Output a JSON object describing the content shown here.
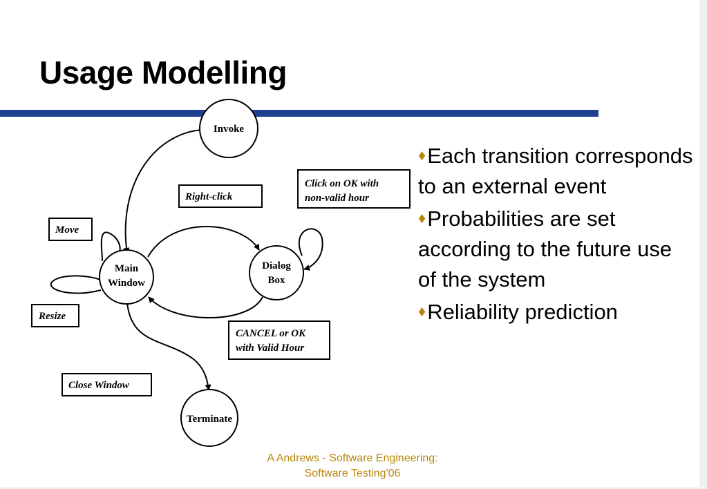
{
  "slide": {
    "title": "Usage Modelling",
    "footer_line1": "A Andrews - Software Engineering:",
    "footer_line2": "Software Testing'06",
    "accent_color": "#1f3f8f",
    "footer_color": "#b8860b",
    "bullet_icon": "diamond-bullet-icon"
  },
  "diagram": {
    "nodes": {
      "invoke": "Invoke",
      "main_window_line1": "Main",
      "main_window_line2": "Window",
      "dialog_box_line1": "Dialog",
      "dialog_box_line2": "Box",
      "terminate": "Terminate"
    },
    "events": {
      "right_click": "Right-click",
      "click_ok_line1": "Click on OK with",
      "click_ok_line2": "non-valid hour",
      "move": "Move",
      "resize": "Resize",
      "cancel_line1": "CANCEL or OK",
      "cancel_line2": "with Valid Hour",
      "close_window": "Close Window"
    }
  },
  "bullets": [
    {
      "text": "Each transition corresponds to an external event"
    },
    {
      "text": "Probabilities are set according to the future use of the system"
    },
    {
      "text": "Reliability prediction"
    }
  ]
}
